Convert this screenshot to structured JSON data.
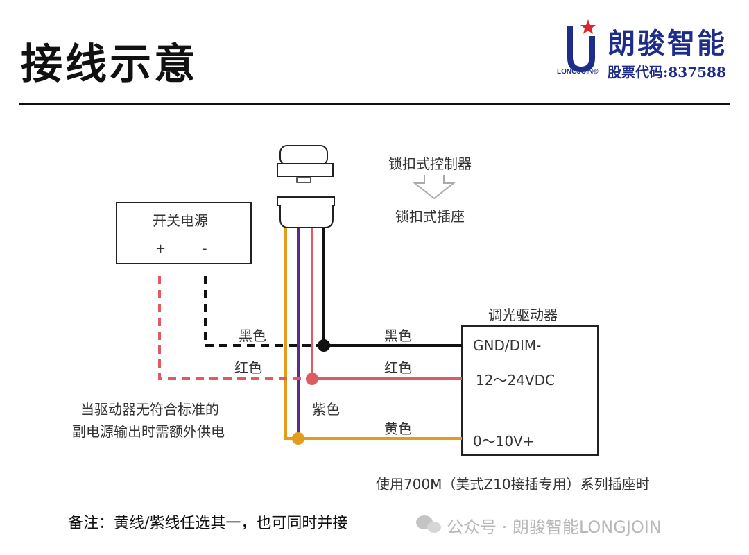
{
  "title": "接线示意",
  "brand": {
    "name": "朗骏智能",
    "en": "LONGJOIN®",
    "stock": "股票代码:837588",
    "colors": {
      "primary": "#1f2d8a",
      "star": "#e0262b"
    }
  },
  "controller": {
    "top_label": "锁扣式控制器",
    "bottom_label": "锁扣式插座"
  },
  "power_supply": {
    "title": "开关电源",
    "plus": "+",
    "minus": "-"
  },
  "driver": {
    "title": "调光驱动器",
    "terminals": [
      "GND/DIM-",
      "12～24VDC",
      "0～10V+"
    ]
  },
  "wire_labels": {
    "black_left": "黑色",
    "black_right": "黑色",
    "red_left": "红色",
    "red_right": "红色",
    "purple": "紫色",
    "yellow": "黄色"
  },
  "aux_note_line1": "当驱动器无符合标准的",
  "aux_note_line2": "副电源输出时需额外供电",
  "socket_note": "使用700M（美式Z10接插专用）系列插座时",
  "footer_note": "备注：黄线/紫线任选其一，也可同时并接",
  "watermark": "公众号 · 朗骏智能LONGJOIN",
  "colors": {
    "black": "#111111",
    "red": "#e05a64",
    "purple": "#5b2a86",
    "yellow": "#e39c1b"
  }
}
